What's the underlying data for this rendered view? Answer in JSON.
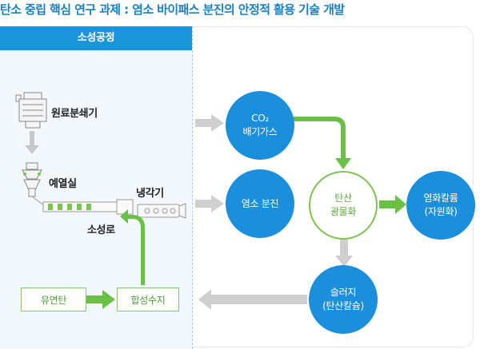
{
  "title": "탄소 중립 핵심 연구 과제 : 염소 바이패스 분진의 안정적 활용 기술 개발",
  "panel": {
    "header": "소성공정"
  },
  "equipment": {
    "crusher": "원료분쇄기",
    "preheater": "예열실",
    "cooler": "냉각기",
    "kiln": "소성로"
  },
  "nodes": {
    "co2": {
      "line1": "CO₂",
      "line2": "배기가스"
    },
    "dust": {
      "line1": "염소 분진"
    },
    "mineral": {
      "line1": "탄산",
      "line2": "광물화"
    },
    "salt": {
      "line1": "염화칼륨",
      "line2": "(자원화)"
    },
    "slurry": {
      "line1": "슬러지",
      "line2": "(탄산칼슘)"
    }
  },
  "boxes": {
    "coal": "유연탄",
    "resin": "합성수지"
  },
  "colors": {
    "blue": "#1b8fdb",
    "green": "#6abf45",
    "gray": "#cfcfcf",
    "header": "#1a95dc"
  }
}
